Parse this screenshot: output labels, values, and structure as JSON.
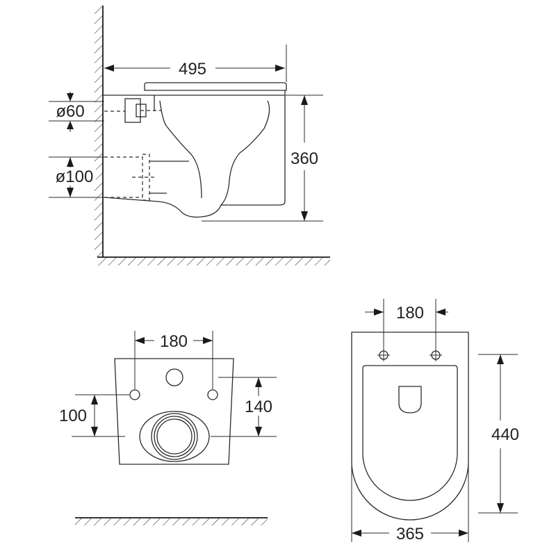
{
  "side_view": {
    "dim_depth": "495",
    "dim_height": "360",
    "dim_inlet": "ø60",
    "dim_outlet": "ø100"
  },
  "back_view": {
    "dim_bolt_spacing": "180",
    "dim_outlet_height": "100",
    "dim_bolt_height": "140"
  },
  "top_view": {
    "dim_bolt_spacing": "180",
    "dim_length": "440",
    "dim_width": "365"
  }
}
